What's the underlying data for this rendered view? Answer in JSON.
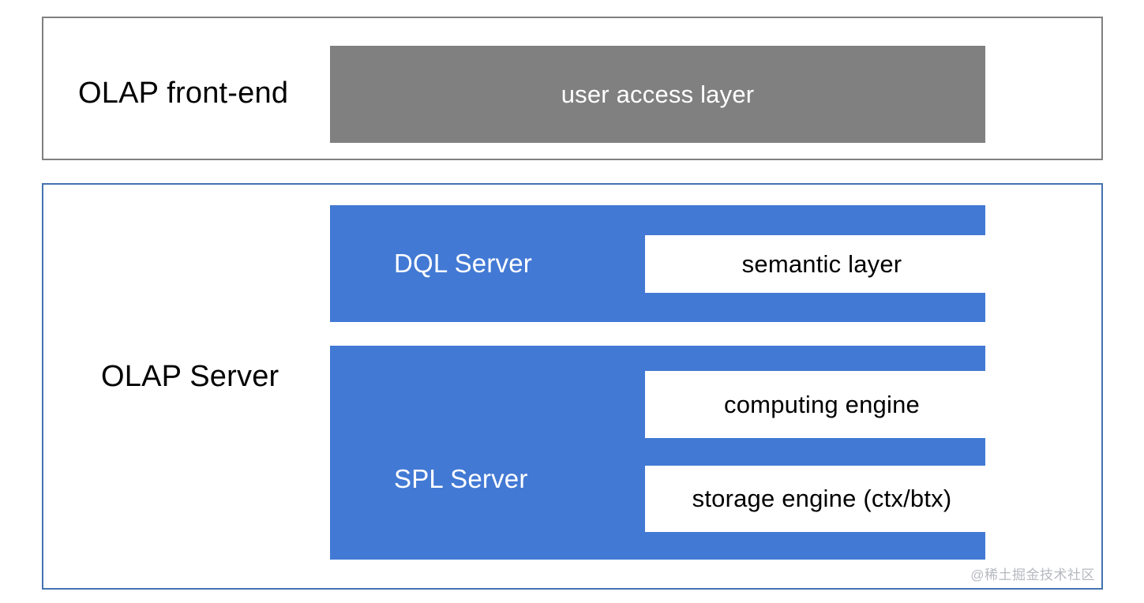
{
  "diagram": {
    "colors": {
      "gray_fill": "#808080",
      "gray_border": "#808080",
      "blue_fill": "#4279d4",
      "blue_border": "#4472b0",
      "white": "#ffffff",
      "text_dark": "#000000",
      "watermark": "#b6b9c0"
    },
    "sections": [
      {
        "name": "olap-front-end",
        "label": "OLAP front-end",
        "bars": [
          {
            "name": "user-access-layer",
            "title": "",
            "fill": "gray",
            "boxes": [
              {
                "label": "user access layer"
              }
            ]
          }
        ]
      },
      {
        "name": "olap-server",
        "label": "OLAP Server",
        "bars": [
          {
            "name": "dql-server",
            "title": "DQL Server",
            "fill": "blue",
            "boxes": [
              {
                "label": "semantic layer"
              }
            ]
          },
          {
            "name": "spl-server",
            "title": "SPL Server",
            "fill": "blue",
            "boxes": [
              {
                "label": "computing engine"
              },
              {
                "label": "storage engine (ctx/btx)"
              }
            ]
          }
        ]
      }
    ]
  },
  "watermark": {
    "text": "@稀土掘金技术社区"
  }
}
